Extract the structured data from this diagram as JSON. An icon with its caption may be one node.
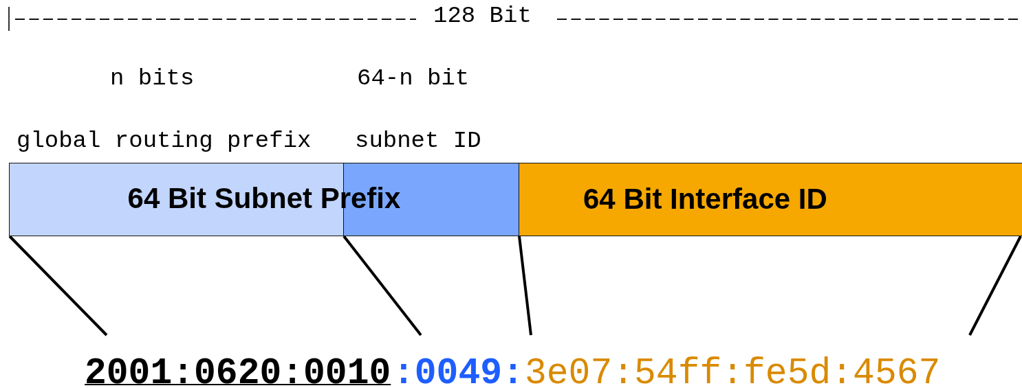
{
  "diagram": {
    "nodes": [
      {
        "text": [
          "global routing prefix"
        ]
      },
      {
        "text": [
          "subnet ID"
        ]
      },
      {
        "text": [
          "64 Bit Interface ID"
        ]
      },
      {
        "text": [
          "2001:0620:0010"
        ]
      },
      {
        "text": [
          ":0049:"
        ]
      },
      {
        "text": [
          "3e07:54ff:fe5d:4567"
        ]
      }
    ],
    "edges": [
      {
        "from": 0,
        "to": 3,
        "arrow": "none"
      },
      {
        "from": 1,
        "to": 4,
        "arrow": "none"
      },
      {
        "from": 2,
        "to": 5,
        "arrow": "none"
      },
      {
        "from": 2,
        "to": 5,
        "arrow": "none"
      }
    ],
    "labels": [
      "128 Bit",
      "n bits",
      "64-n bit",
      "64 Bit Subnet Prefix"
    ]
  }
}
